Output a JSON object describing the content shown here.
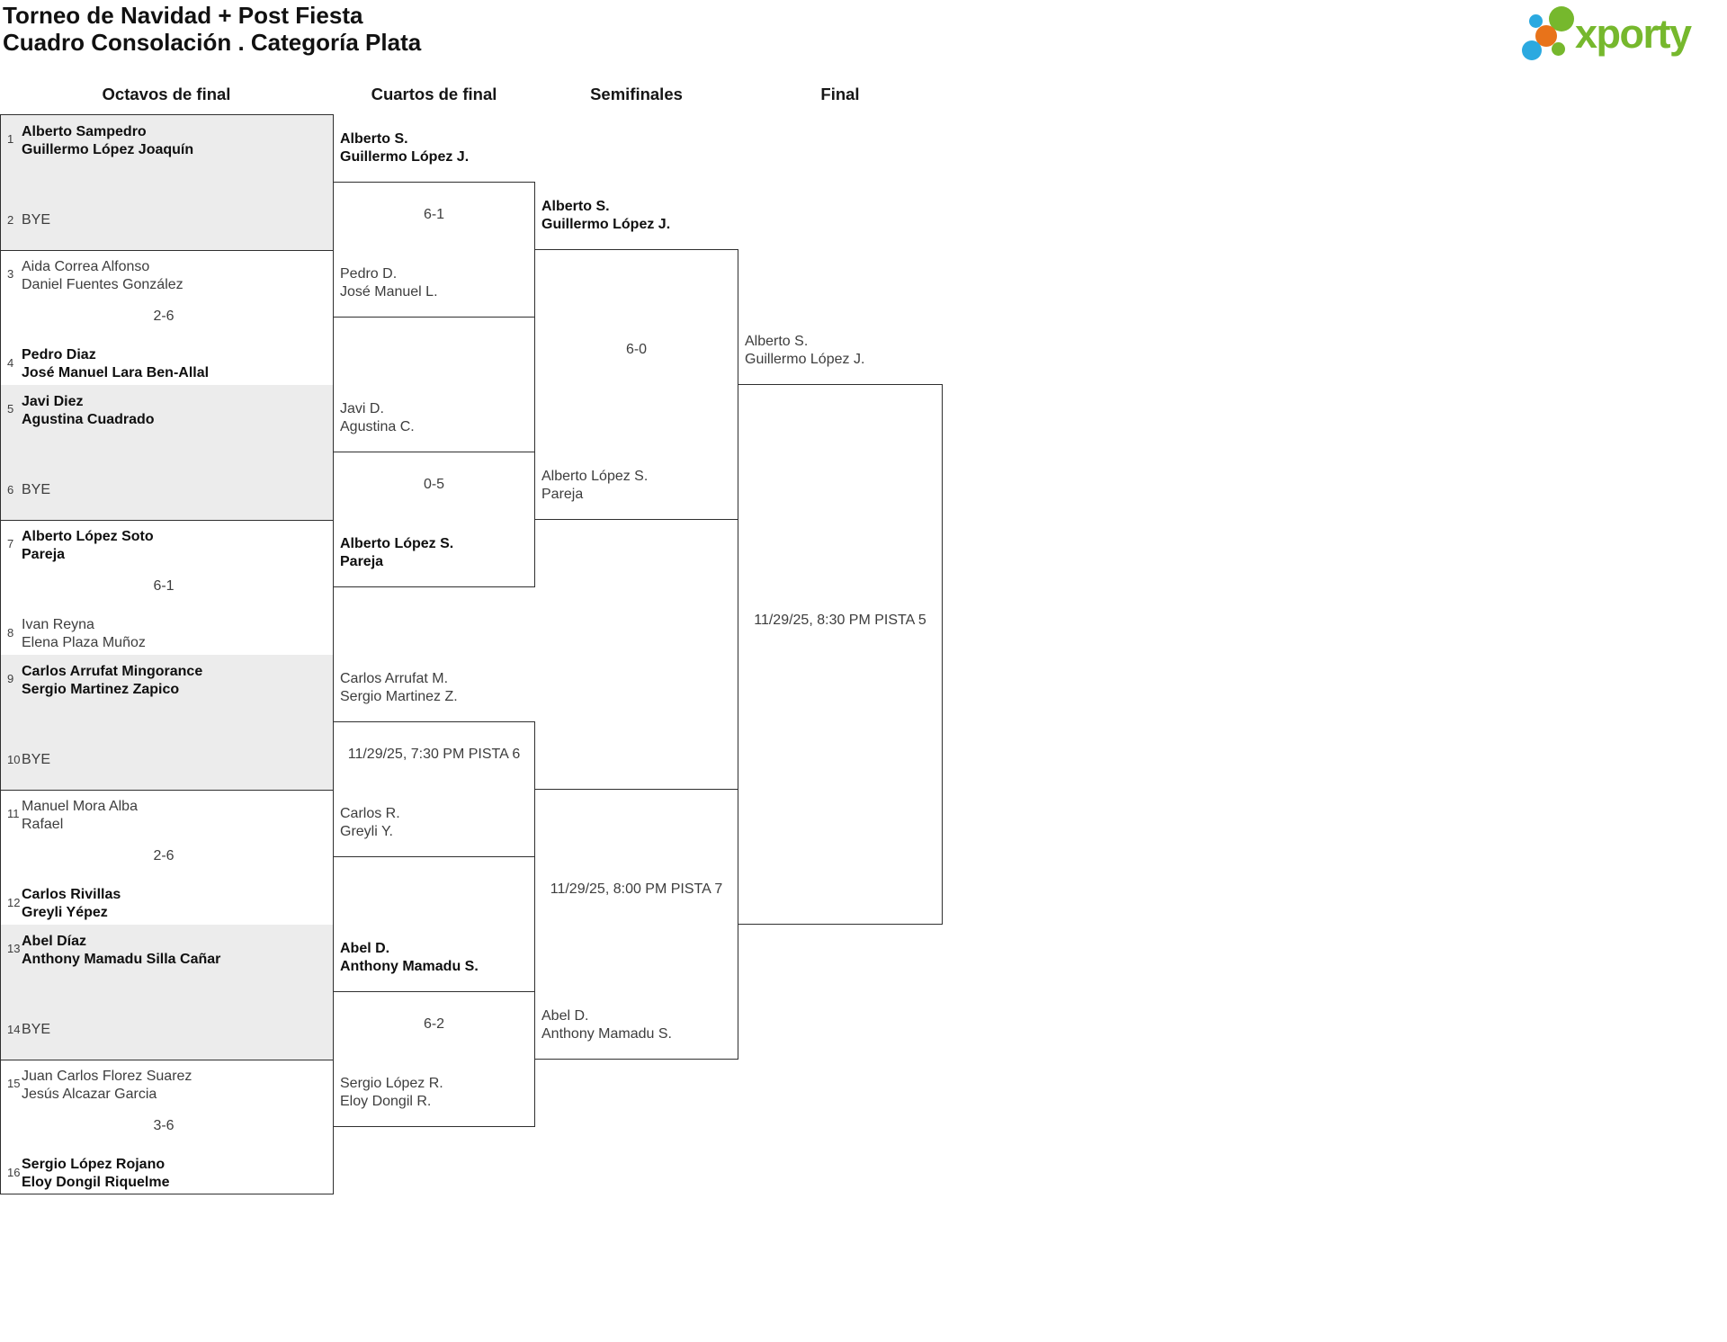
{
  "header": {
    "title": "Torneo de Navidad + Post Fiesta",
    "subtitle": "Cuadro Consolación . Categoría Plata",
    "logo": {
      "text": "xporty",
      "green": "#76b82d",
      "blue": "#2ba9e0",
      "orange": "#e8731a"
    }
  },
  "rounds": [
    "Octavos de final",
    "Cuartos de final",
    "Semifinales",
    "Final"
  ],
  "r16_matches": [
    {
      "seed_a": "1",
      "team_a": [
        "Alberto Sampedro",
        "Guillermo López Joaquín"
      ],
      "a_winner": true,
      "score": "",
      "seed_b": "2",
      "team_b": [
        "BYE"
      ],
      "b_winner": false
    },
    {
      "seed_a": "3",
      "team_a": [
        "Aida Correa Alfonso",
        "Daniel Fuentes González"
      ],
      "a_winner": false,
      "score": "2-6",
      "seed_b": "4",
      "team_b": [
        "Pedro Diaz",
        "José Manuel Lara Ben-Allal"
      ],
      "b_winner": true
    },
    {
      "seed_a": "5",
      "team_a": [
        "Javi Diez",
        "Agustina Cuadrado"
      ],
      "a_winner": true,
      "score": "",
      "seed_b": "6",
      "team_b": [
        "BYE"
      ],
      "b_winner": false
    },
    {
      "seed_a": "7",
      "team_a": [
        "Alberto López Soto",
        "Pareja"
      ],
      "a_winner": true,
      "score": "6-1",
      "seed_b": "8",
      "team_b": [
        "Ivan Reyna",
        "Elena Plaza Muñoz"
      ],
      "b_winner": false
    },
    {
      "seed_a": "9",
      "team_a": [
        "Carlos Arrufat Mingorance",
        "Sergio Martinez Zapico"
      ],
      "a_winner": true,
      "score": "",
      "seed_b": "10",
      "team_b": [
        "BYE"
      ],
      "b_winner": false
    },
    {
      "seed_a": "11",
      "team_a": [
        "Manuel Mora Alba",
        "Rafael"
      ],
      "a_winner": false,
      "score": "2-6",
      "seed_b": "12",
      "team_b": [
        "Carlos Rivillas",
        "Greyli Yépez"
      ],
      "b_winner": true
    },
    {
      "seed_a": "13",
      "team_a": [
        "Abel Díaz",
        "Anthony Mamadu Silla Cañar"
      ],
      "a_winner": true,
      "score": "",
      "seed_b": "14",
      "team_b": [
        "BYE"
      ],
      "b_winner": false
    },
    {
      "seed_a": "15",
      "team_a": [
        "Juan Carlos Florez Suarez",
        "Jesús Alcazar Garcia"
      ],
      "a_winner": false,
      "score": "3-6",
      "seed_b": "16",
      "team_b": [
        "Sergio López Rojano",
        "Eloy Dongil Riquelme"
      ],
      "b_winner": true
    }
  ],
  "qf_matches": [
    {
      "top": [
        "Alberto S.",
        "Guillermo López J."
      ],
      "top_winner": true,
      "center": "6-1",
      "bottom": [
        "Pedro D.",
        "José Manuel L."
      ],
      "bottom_winner": false
    },
    {
      "top": [
        "Javi D.",
        "Agustina C."
      ],
      "top_winner": false,
      "center": "0-5",
      "bottom": [
        "Alberto López S.",
        "Pareja"
      ],
      "bottom_winner": true
    },
    {
      "top": [
        "Carlos Arrufat M.",
        "Sergio Martinez Z."
      ],
      "top_winner": false,
      "center": "11/29/25, 7:30 PM PISTA 6",
      "bottom": [
        "Carlos R.",
        "Greyli Y."
      ],
      "bottom_winner": false
    },
    {
      "top": [
        "Abel D.",
        "Anthony Mamadu S."
      ],
      "top_winner": true,
      "center": "6-2",
      "bottom": [
        "Sergio López R.",
        "Eloy Dongil R."
      ],
      "bottom_winner": false
    }
  ],
  "sf_matches": [
    {
      "top": [
        "Alberto S.",
        "Guillermo López J."
      ],
      "top_winner": true,
      "center": "6-0",
      "bottom": [
        "Alberto López S.",
        "Pareja"
      ],
      "bottom_winner": false
    },
    {
      "top": [
        "",
        ""
      ],
      "top_winner": false,
      "center": "11/29/25, 8:00 PM PISTA 7",
      "bottom": [
        "Abel D.",
        "Anthony Mamadu S."
      ],
      "bottom_winner": false
    }
  ],
  "final_match": {
    "top": [
      "Alberto S.",
      "Guillermo López J."
    ],
    "center": "11/29/25, 8:30 PM PISTA 5"
  }
}
